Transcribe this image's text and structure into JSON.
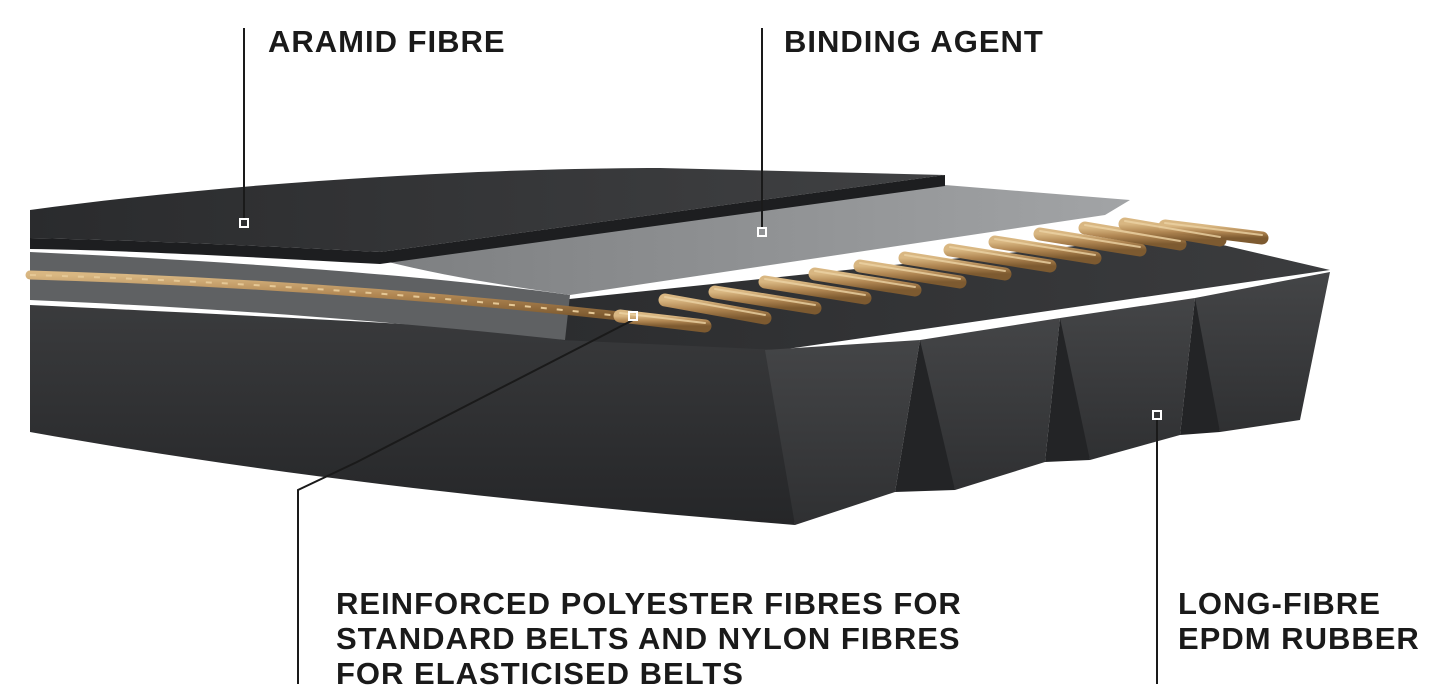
{
  "labels": {
    "aramid_fibre": "ARAMID FIBRE",
    "binding_agent": "BINDING AGENT",
    "polyester": {
      "line1": "REINFORCED POLYESTER FIBRES FOR",
      "line2": "STANDARD BELTS AND NYLON FIBRES",
      "line3": "FOR ELASTICISED BELTS"
    },
    "epdm": {
      "line1": "LONG-FIBRE",
      "line2": "EPDM RUBBER"
    }
  },
  "colors": {
    "text": "#1a1a1a",
    "rubber": "#2e2e30",
    "aramid_layer": "#2a2b2d",
    "binding_layer": "#8c8e90",
    "cord": "#b8905a",
    "leader_line": "#1a1a1a"
  }
}
